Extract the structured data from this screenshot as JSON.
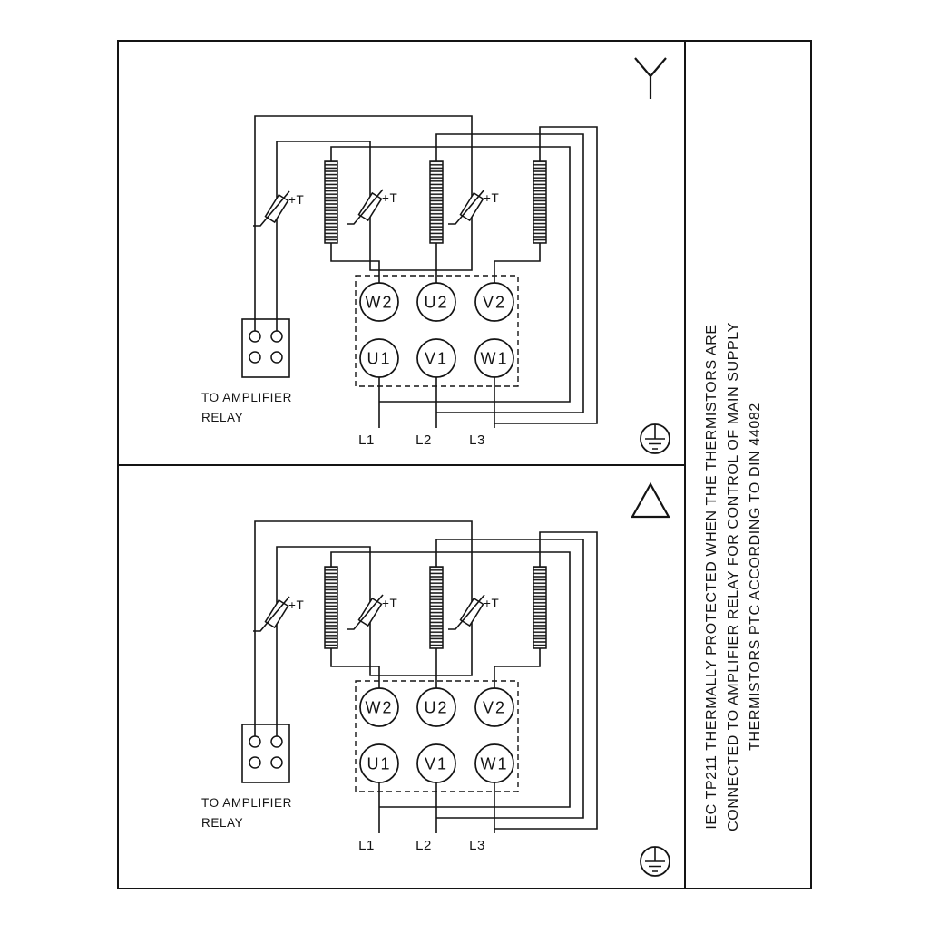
{
  "panels": [
    {
      "connection": "star",
      "connection_icon": "star-connection-icon",
      "thermistors": [
        "+T",
        "+T",
        "+T"
      ],
      "terminals_top": [
        "W2",
        "U2",
        "V2"
      ],
      "terminals_bottom": [
        "U1",
        "V1",
        "W1"
      ],
      "supply": [
        "L1",
        "L2",
        "L3"
      ],
      "relay_label": [
        "TO AMPLIFIER",
        "RELAY"
      ],
      "ground_icon": "earth-ground-icon"
    },
    {
      "connection": "delta",
      "connection_icon": "delta-connection-icon",
      "thermistors": [
        "+T",
        "+T",
        "+T"
      ],
      "terminals_top": [
        "W2",
        "U2",
        "V2"
      ],
      "terminals_bottom": [
        "U1",
        "V1",
        "W1"
      ],
      "supply": [
        "L1",
        "L2",
        "L3"
      ],
      "relay_label": [
        "TO AMPLIFIER",
        "RELAY"
      ],
      "ground_icon": "earth-ground-icon"
    }
  ],
  "side_note_lines": [
    "IEC TP211 THERMALLY PROTECTED WHEN THE THERMISTORS ARE",
    "CONNECTED TO AMPLIFIER RELAY FOR CONTROL OF MAIN SUPPLY",
    "THERMISTORS PTC ACCORDING TO DIN 44082"
  ],
  "colors": {
    "line": "#141414",
    "background": "#ffffff"
  }
}
